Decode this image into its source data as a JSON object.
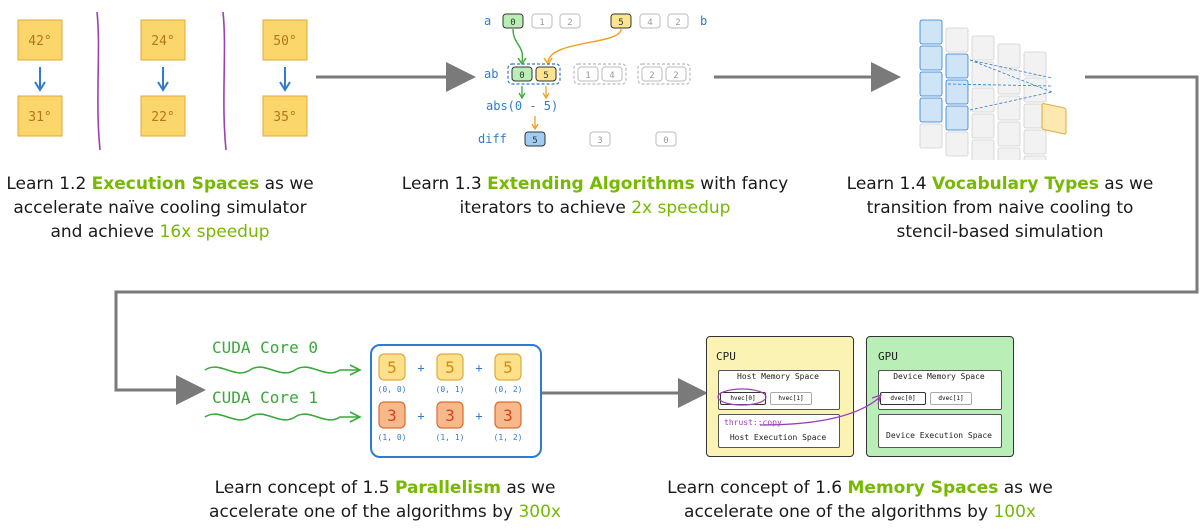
{
  "colors": {
    "accent": "#76b900",
    "arrow": "#7a7a7a",
    "tile_fill": "#fbd66b",
    "tile_stroke": "#e0a93a",
    "blue": "#2f7bd1",
    "purple": "#9b3fb6",
    "green_box": "#b9efb6",
    "yellow_box": "#fbf3b3"
  },
  "panel1": {
    "temps_top": [
      "42°",
      "24°",
      "50°"
    ],
    "temps_bottom": [
      "31°",
      "22°",
      "35°"
    ],
    "caption": {
      "pre": "Learn 1.2 ",
      "highlight": "Execution Spaces",
      "mid": " as we accelerate naïve cooling simulator and achieve ",
      "number": "16x speedup"
    }
  },
  "panel2": {
    "label_a": "a",
    "label_b": "b",
    "label_ab": "ab",
    "label_abs": "abs(0 - 5)",
    "label_diff": "diff",
    "a_values": [
      "0",
      "1",
      "2"
    ],
    "b_values": [
      "5",
      "4",
      "2"
    ],
    "ab_pairs": [
      [
        "0",
        "5"
      ],
      [
        "1",
        "4"
      ],
      [
        "2",
        "2"
      ]
    ],
    "diff_values": [
      "5",
      "3",
      "0"
    ],
    "caption": {
      "pre": "Learn 1.3 ",
      "highlight": "Extending Algorithms",
      "mid": " with fancy iterators to achieve ",
      "number": "2x speedup"
    }
  },
  "panel3": {
    "caption": {
      "pre": "Learn 1.4 ",
      "highlight": "Vocabulary Types",
      "mid": " as we transition from naive cooling to stencil-based simulation"
    }
  },
  "panel4": {
    "core0": "CUDA Core 0",
    "core1": "CUDA Core 1",
    "row0_values": [
      "5",
      "5",
      "5"
    ],
    "row1_values": [
      "3",
      "3",
      "3"
    ],
    "row0_idx": [
      "(0, 0)",
      "(0, 1)",
      "(0, 2)"
    ],
    "row1_idx": [
      "(1, 0)",
      "(1, 1)",
      "(1, 2)"
    ],
    "plus": "+",
    "caption": {
      "pre": "Learn concept of 1.5 ",
      "highlight": "Parallelism",
      "mid": " as we accelerate one of the algorithms by ",
      "number": "300x"
    }
  },
  "panel5": {
    "cpu": "CPU",
    "gpu": "GPU",
    "host_mem": "Host Memory Space",
    "device_mem": "Device Memory Space",
    "host_exec": "Host Execution Space",
    "device_exec": "Device Execution Space",
    "thrust_copy": "thrust::copy",
    "hvec0": "hvec[0]",
    "hvec1": "hvec[1]",
    "dvec0": "dvec[0]",
    "dvec1": "dvec[1]",
    "caption": {
      "pre": "Learn concept of 1.6 ",
      "highlight": "Memory Spaces",
      "mid": " as we accelerate one of the algorithms by ",
      "number": "100x"
    }
  }
}
